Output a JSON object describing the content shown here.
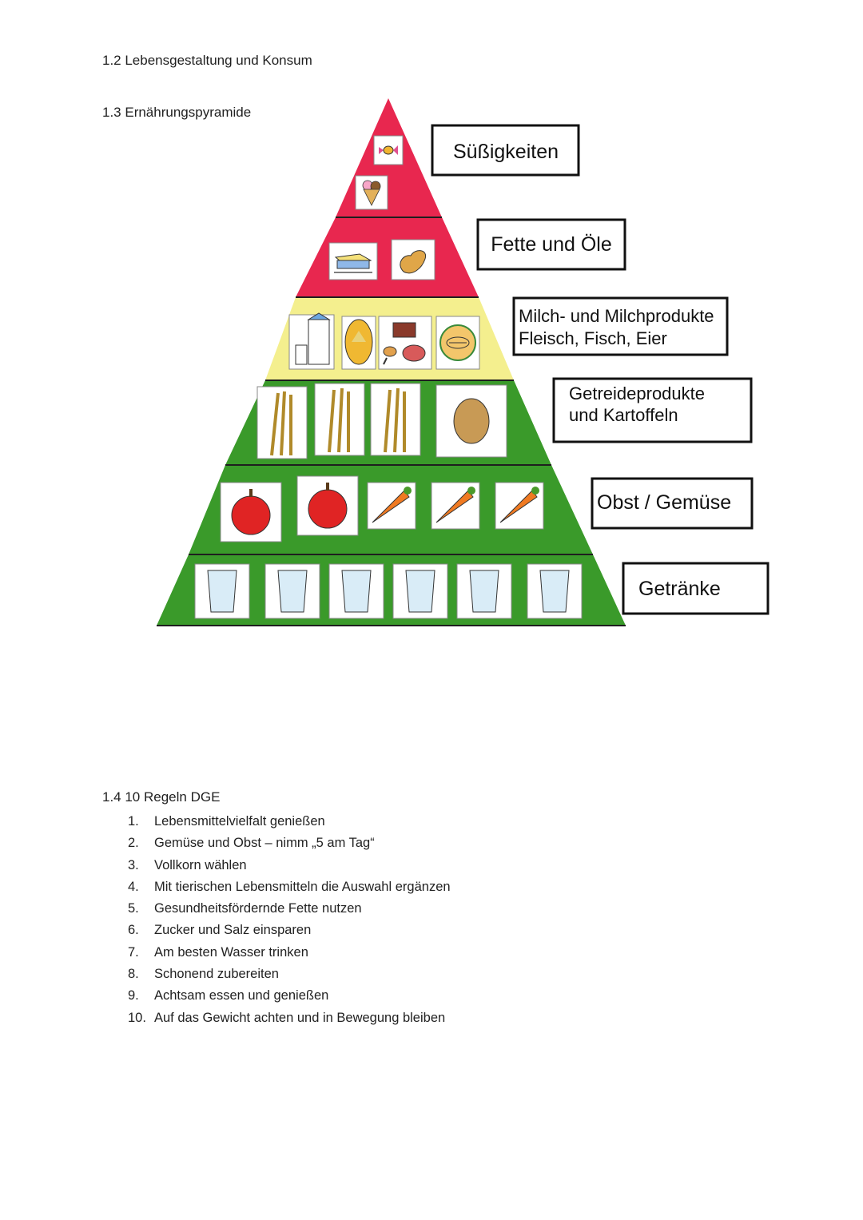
{
  "headings": {
    "section_1_2": "1.2 Lebensgestaltung und Konsum",
    "section_1_3": "1.3  Ernährungspyramide",
    "section_1_4": "1.4  10 Regeln DGE"
  },
  "pyramid": {
    "levels": [
      {
        "label_lines": [
          "Süßigkeiten"
        ],
        "color": "#e8274f",
        "icons": [
          "candy-icon",
          "ice-cream-icon"
        ]
      },
      {
        "label_lines": [
          "Fette und Öle"
        ],
        "color": "#e8274f",
        "icons": [
          "butter-icon",
          "peanut-icon"
        ]
      },
      {
        "label_lines": [
          "Milch- und Milchprodukte",
          "Fleisch, Fisch, Eier"
        ],
        "color": "#f4ef8e",
        "icons": [
          "milk-icon",
          "cheese-icon",
          "meat-icon",
          "fish-icon"
        ]
      },
      {
        "label_lines": [
          "Getreideprodukte",
          "und Kartoffeln"
        ],
        "color": "#3a9a2a",
        "icons": [
          "wheat-icon",
          "wheat-icon",
          "wheat-icon",
          "potato-icon"
        ]
      },
      {
        "label_lines": [
          "Obst / Gemüse"
        ],
        "color": "#3a9a2a",
        "icons": [
          "apple-icon",
          "apple-icon",
          "carrot-icon",
          "carrot-icon",
          "carrot-icon"
        ]
      },
      {
        "label_lines": [
          "Getränke"
        ],
        "color": "#3a9a2a",
        "icons": [
          "water-glass-icon",
          "water-glass-icon",
          "water-glass-icon",
          "water-glass-icon",
          "water-glass-icon",
          "water-glass-icon"
        ]
      }
    ]
  },
  "rules": [
    {
      "num": "1.",
      "text": "Lebensmittelvielfalt genießen"
    },
    {
      "num": "2.",
      "text": "Gemüse und Obst – nimm „5 am Tag“"
    },
    {
      "num": "3.",
      "text": "Vollkorn wählen"
    },
    {
      "num": "4.",
      "text": "Mit tierischen Lebensmitteln die Auswahl ergänzen"
    },
    {
      "num": "5.",
      "text": "Gesundheitsfördernde Fette nutzen"
    },
    {
      "num": "6.",
      "text": "Zucker und Salz einsparen"
    },
    {
      "num": "7.",
      "text": "Am besten Wasser trinken"
    },
    {
      "num": "8.",
      "text": "Schonend zubereiten"
    },
    {
      "num": "9.",
      "text": "Achtsam essen und genießen"
    },
    {
      "num": "10.",
      "text": "Auf das Gewicht achten und in Bewegung bleiben"
    }
  ]
}
